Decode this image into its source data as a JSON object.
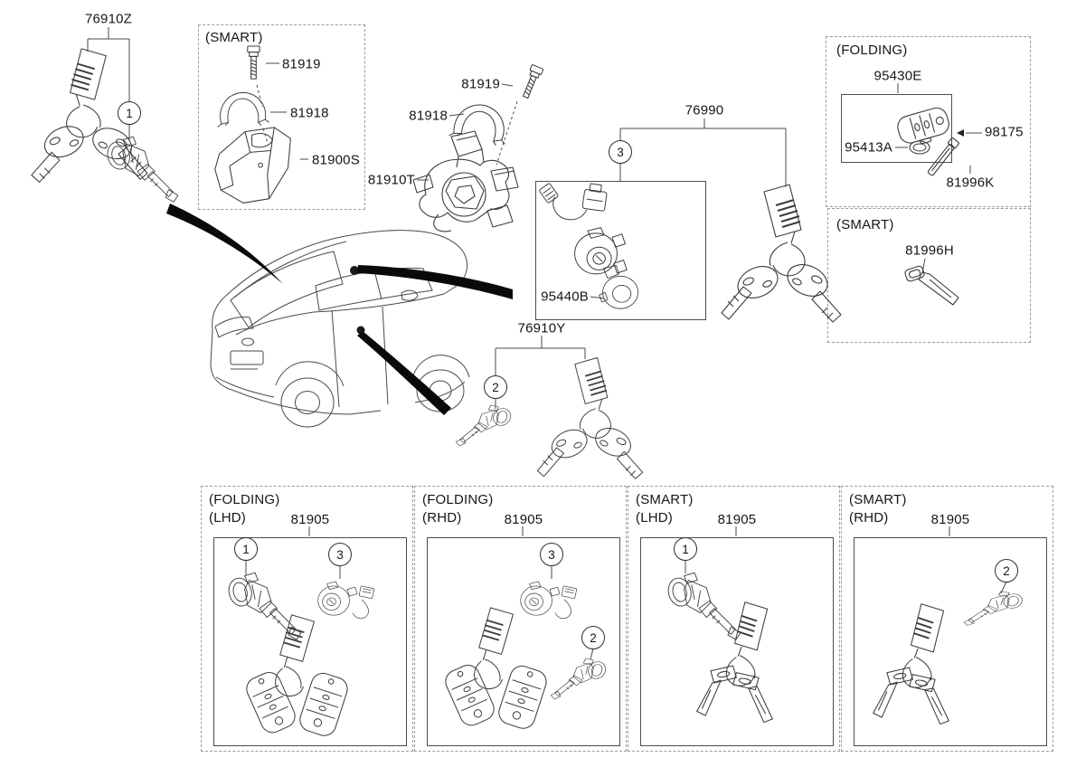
{
  "callouts": {
    "one": "1",
    "two": "2",
    "three": "3"
  },
  "labels": {
    "key_set_main": "76910Z",
    "smart_column": "(SMART)",
    "screw_smart": "81919",
    "clamp_smart": "81918",
    "shroud": "81900S",
    "screw_ign": "81919",
    "clamp_ign": "81918",
    "ignition_lock": "81910T",
    "key_set_ign": "76990",
    "antenna_coil": "95440B",
    "key_set_door": "76910Y",
    "folding_box": "(FOLDING)",
    "folding_key": "95430E",
    "battery": "95413A",
    "pin": "98175",
    "blank_key_folding": "81996K",
    "smart_box": "(SMART)",
    "blank_key_smart": "81996H"
  },
  "kits": [
    {
      "variant": "(FOLDING)",
      "drive": "(LHD)",
      "part": "81905",
      "callout_a": "1",
      "callout_b": "3"
    },
    {
      "variant": "(FOLDING)",
      "drive": "(RHD)",
      "part": "81905",
      "callout_a": "3",
      "callout_b": "2"
    },
    {
      "variant": "(SMART)",
      "drive": "(LHD)",
      "part": "81905",
      "callout_a": "1",
      "callout_b": ""
    },
    {
      "variant": "(SMART)",
      "drive": "(RHD)",
      "part": "81905",
      "callout_a": "2",
      "callout_b": ""
    }
  ]
}
